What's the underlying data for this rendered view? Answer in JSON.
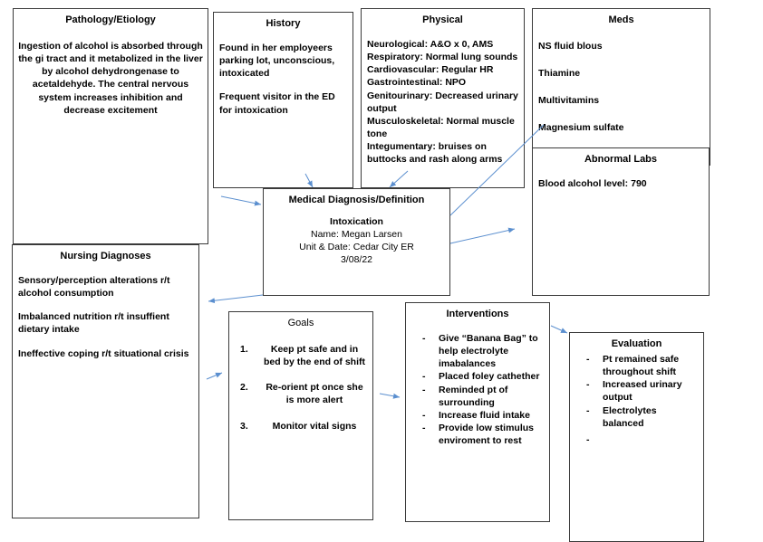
{
  "pathology": {
    "title": "Pathology/Etiology",
    "text": "Ingestion of alcohol is absorbed through the gi tract and it metabolized in the liver by alcohol dehydrongenase to acetaldehyde. The central nervous system increases inhibition and decrease excitement"
  },
  "history": {
    "title": "History",
    "p1": "Found in her employeers parking lot, unconscious, intoxicated",
    "p2": "Frequent visitor in the ED for intoxication"
  },
  "physical": {
    "title": "Physical",
    "lines": [
      "Neurological: A&O x 0, AMS",
      "Respiratory: Normal lung sounds",
      "Cardiovascular: Regular HR",
      "Gastrointestinal: NPO",
      "Genitourinary: Decreased urinary output",
      "Musculoskeletal: Normal muscle tone",
      "Integumentary: bruises on buttocks and rash along arms"
    ]
  },
  "meds": {
    "title": "Meds",
    "items": [
      "NS fluid blous",
      "Thiamine",
      "Multivitamins",
      "Magnesium sulfate"
    ]
  },
  "labs": {
    "title": "Abnormal Labs",
    "text": "Blood alcohol level: 790"
  },
  "diagnosis": {
    "title": "Medical Diagnosis/Definition",
    "name": "Intoxication",
    "patient": "Name: Megan Larsen",
    "unit": "Unit & Date: Cedar City ER",
    "date": "3/08/22"
  },
  "nursing": {
    "title": "Nursing Diagnoses",
    "items": [
      "Sensory/perception alterations r/t alcohol consumption",
      "Imbalanced nutrition r/t insuffient dietary intake",
      "Ineffective coping r/t situational crisis"
    ]
  },
  "goals": {
    "title": "Goals",
    "items": [
      {
        "num": "1.",
        "text": "Keep pt safe and in bed by the end of shift"
      },
      {
        "num": "2.",
        "text": "Re-orient pt once she is more alert"
      },
      {
        "num": "3.",
        "text": "Monitor vital signs"
      }
    ]
  },
  "interventions": {
    "title": "Interventions",
    "items": [
      "Give “Banana Bag” to help electrolyte imabalances",
      "Placed foley cathether",
      "Reminded pt of surrounding",
      "Increase fluid intake",
      "Provide low stimulus enviroment to rest"
    ]
  },
  "evaluation": {
    "title": "Evaluation",
    "items": [
      "Pt remained safe throughout shift",
      "Increased urinary output",
      "Electrolytes balanced",
      ""
    ]
  },
  "colors": {
    "arrow": "#5b8fcf",
    "border": "#3a3a3a"
  }
}
